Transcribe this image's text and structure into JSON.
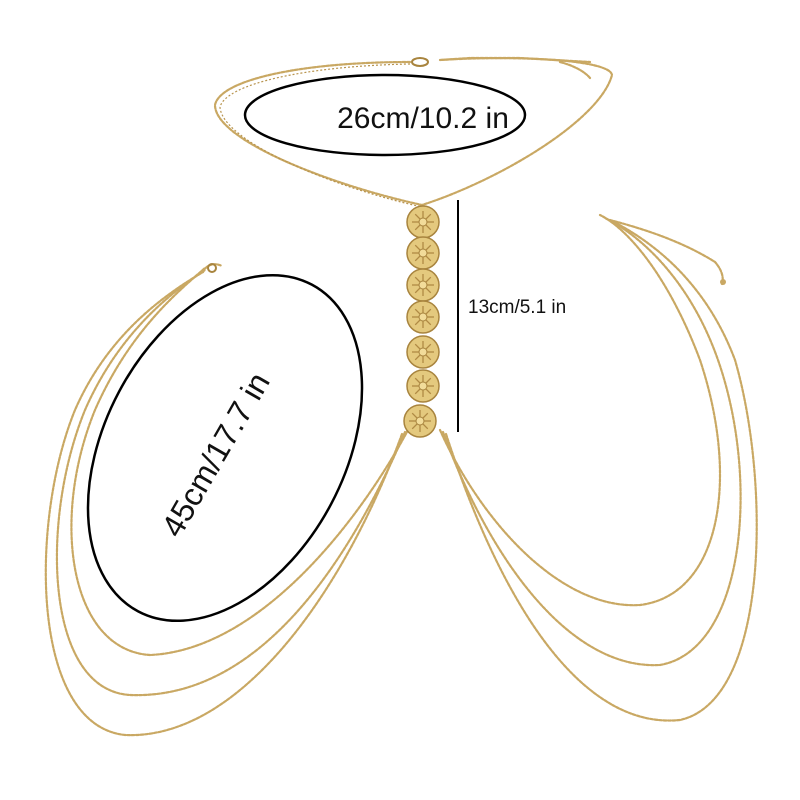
{
  "annotations": {
    "top_length": "26cm/10.2 in",
    "drop_length": "13cm/5.1 in",
    "body_length": "45cm/17.7 in"
  },
  "colors": {
    "gold": "#c9a863",
    "gold_dark": "#a8843e",
    "outline": "#000000"
  }
}
